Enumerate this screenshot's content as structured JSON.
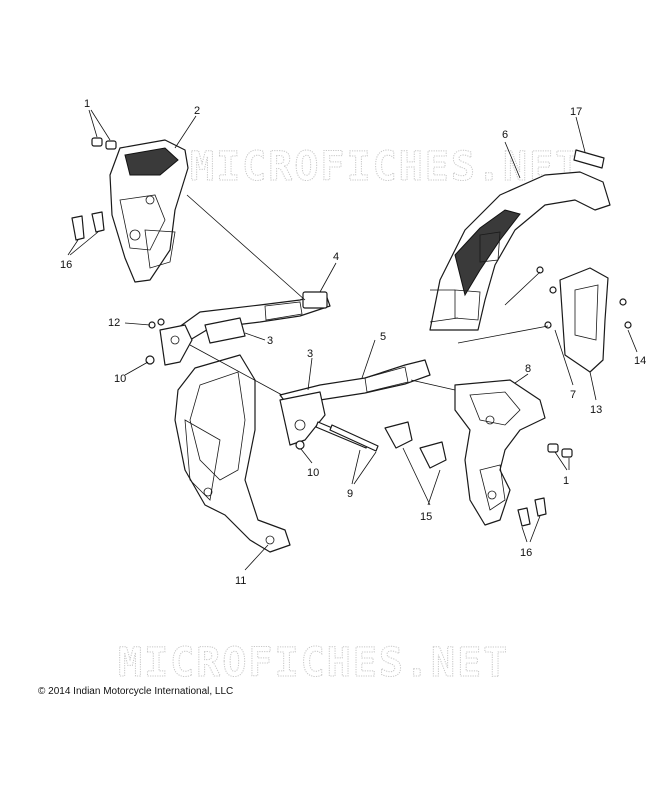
{
  "watermark": {
    "upper": "MICROFICHES.NET",
    "lower": "MICROFICHES.NET"
  },
  "callouts": [
    "1",
    "2",
    "16",
    "6",
    "17",
    "4",
    "12",
    "3",
    "10",
    "5",
    "3",
    "14",
    "8",
    "7",
    "13",
    "10",
    "9",
    "1",
    "15",
    "16",
    "11"
  ],
  "copyright": {
    "symbol": "©",
    "text": "2014 Indian Motorcycle International, LLC"
  }
}
